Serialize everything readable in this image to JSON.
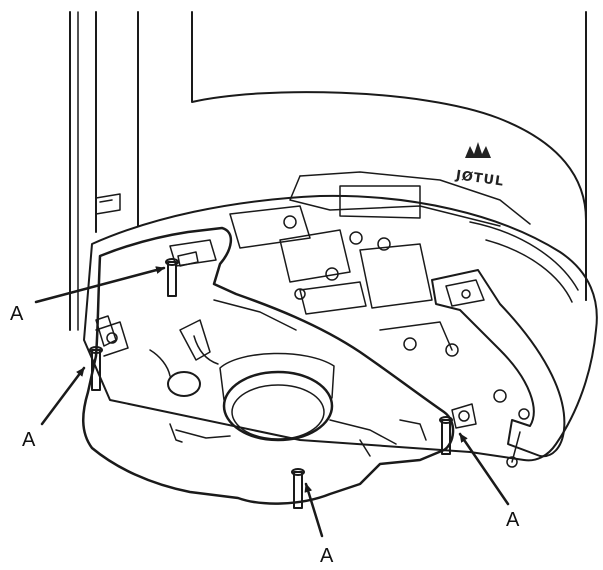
{
  "diagram": {
    "brand_logo_text": "JØTUL",
    "callouts": [
      {
        "id": "a1",
        "label": "A"
      },
      {
        "id": "a2",
        "label": "A"
      },
      {
        "id": "a3",
        "label": "A"
      },
      {
        "id": "a4",
        "label": "A"
      }
    ]
  },
  "colors": {
    "plate_fill": "#d4d4d4",
    "line": "#1a1a1a",
    "background": "#ffffff"
  }
}
